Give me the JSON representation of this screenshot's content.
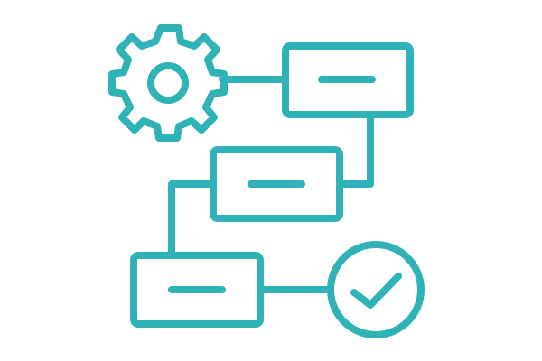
{
  "diagram": {
    "colors": {
      "stroke": "#2fb3b7",
      "background": "#ffffff"
    },
    "icons": {
      "gear": "gear-icon",
      "check": "check-circle-icon"
    },
    "nodes": [
      {
        "id": "box-1",
        "kind": "process-box"
      },
      {
        "id": "box-2",
        "kind": "process-box"
      },
      {
        "id": "box-3",
        "kind": "process-box"
      }
    ],
    "connections": [
      {
        "from": "gear",
        "to": "box-1"
      },
      {
        "from": "box-1",
        "to": "box-2"
      },
      {
        "from": "box-2",
        "to": "box-3"
      },
      {
        "from": "box-3",
        "to": "check"
      }
    ]
  }
}
